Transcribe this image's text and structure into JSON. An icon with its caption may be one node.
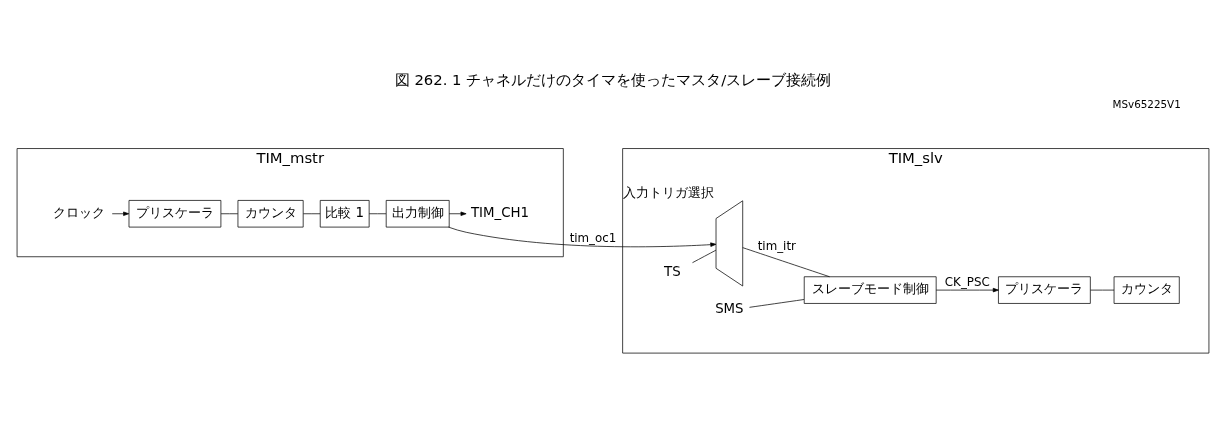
{
  "diagram": {
    "title": "図 262. 1 チャネルだけのタイマを使ったマスタ/スレーブ接続例",
    "nodes": [
      {
        "text": [
          "TIM_mstr"
        ]
      },
      {
        "text": [
          "TIM_slv"
        ]
      },
      {
        "text": [
          "クロック"
        ],
        "in": 0
      },
      {
        "text": [
          "プリスケーラ"
        ],
        "in": 0
      },
      {
        "text": [
          "カウンタ"
        ],
        "in": 0
      },
      {
        "text": [
          "比較 1"
        ],
        "in": 0
      },
      {
        "text": [
          "出力制御"
        ],
        "in": 0
      },
      {
        "text": [
          "TIM_CH1"
        ],
        "in": 0
      },
      {
        "text": [
          "TS"
        ],
        "in": 1
      },
      {
        "text": [],
        "shape": "trapezoid",
        "beside": [
          "入力トリガ選択"
        ],
        "in": 1
      },
      {
        "text": [
          "SMS"
        ],
        "in": 1
      },
      {
        "text": [
          "スレーブモード制御"
        ],
        "in": 1
      },
      {
        "text": [
          "プリスケーラ"
        ],
        "in": 1
      },
      {
        "text": [
          "カウンタ"
        ],
        "in": 1
      }
    ],
    "edges": [
      {
        "from": 2,
        "to": 3,
        "arrow": "to"
      },
      {
        "from": 3,
        "to": 4,
        "arrow": "none"
      },
      {
        "from": 4,
        "to": 5,
        "arrow": "none"
      },
      {
        "from": 5,
        "to": 6,
        "arrow": "none"
      },
      {
        "from": 6,
        "to": 9,
        "arrow": "to",
        "label": "tim_oc1"
      },
      {
        "from": 6,
        "to": 7,
        "arrow": "to"
      },
      {
        "from": 8,
        "to": 9,
        "arrow": "none"
      },
      {
        "from": 9,
        "to": 11,
        "arrow": "none",
        "label": "tim_itr"
      },
      {
        "from": 10,
        "to": 11,
        "arrow": "none"
      },
      {
        "from": 11,
        "to": 12,
        "arrow": "to",
        "label": "CK_PSC"
      },
      {
        "from": 12,
        "to": 13,
        "arrow": "none"
      }
    ],
    "labels": [
      "MSv65225V1"
    ]
  }
}
